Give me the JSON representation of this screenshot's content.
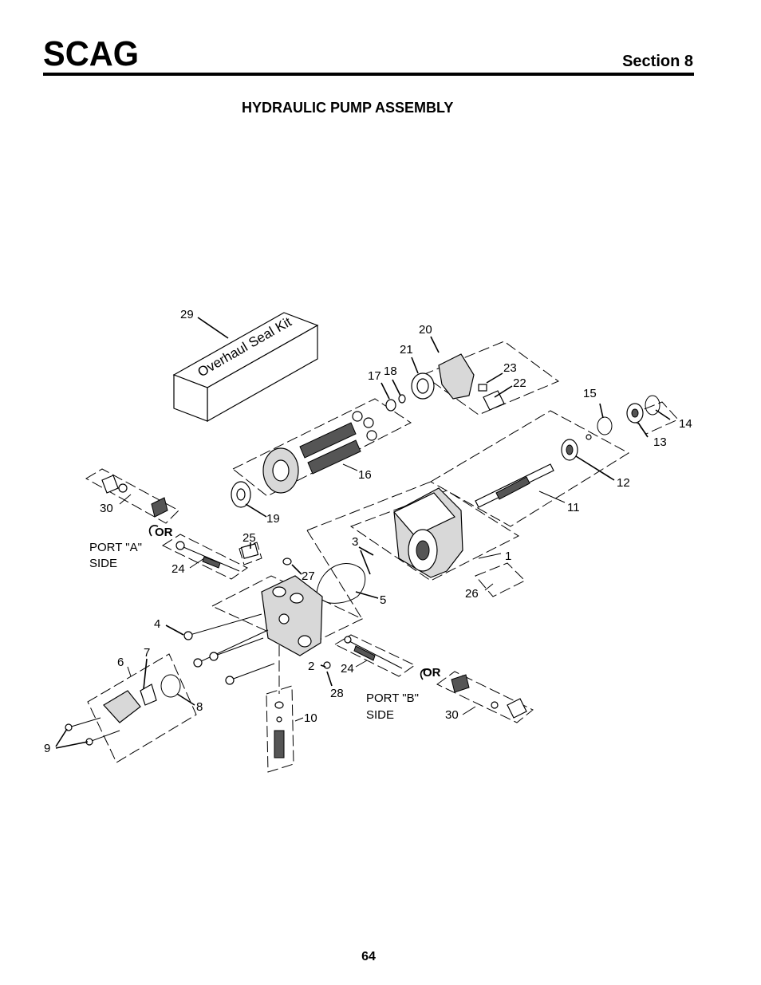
{
  "header": {
    "logo_text": "SCAG",
    "section": "Section 8"
  },
  "title": "HYDRAULIC PUMP ASSEMBLY",
  "kit_label": "Overhaul Seal Kit",
  "callouts": {
    "c1": "1",
    "c2": "2",
    "c3": "3",
    "c4": "4",
    "c5": "5",
    "c6": "6",
    "c7": "7",
    "c8": "8",
    "c9": "9",
    "c10": "10",
    "c11": "11",
    "c12": "12",
    "c13": "13",
    "c14": "14",
    "c15": "15",
    "c16": "16",
    "c17": "17",
    "c18": "18",
    "c19": "19",
    "c20": "20",
    "c21": "21",
    "c22": "22",
    "c23": "23",
    "c24a": "24",
    "c24b": "24",
    "c25": "25",
    "c26": "26",
    "c27": "27",
    "c28": "28",
    "c29": "29",
    "c30a": "30",
    "c30b": "30"
  },
  "port_a": {
    "line1": "PORT \"A\"",
    "line2": "SIDE"
  },
  "port_b": {
    "line1": "PORT \"B\"",
    "line2": "SIDE"
  },
  "or_label": "OR",
  "page_number": "64"
}
